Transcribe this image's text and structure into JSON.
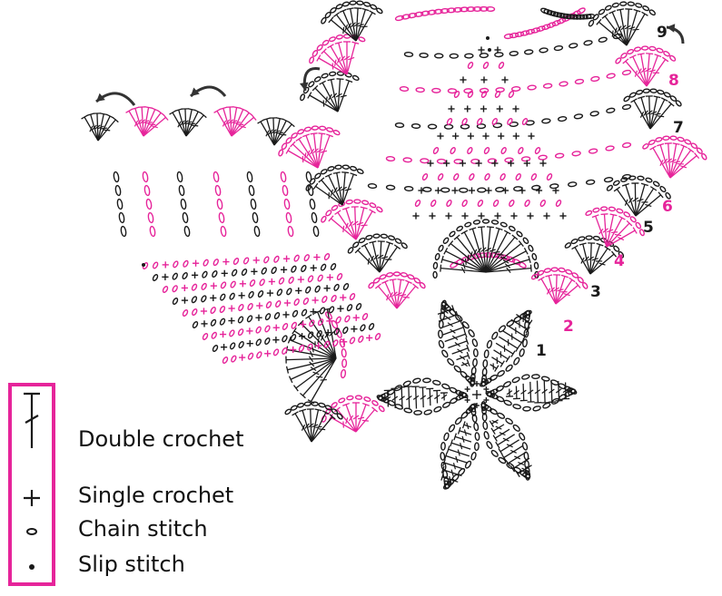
{
  "colors": {
    "black": "#1a1a1a",
    "magenta": "#e6249a"
  },
  "rounds": [
    {
      "label": "1",
      "color": "black"
    },
    {
      "label": "2",
      "color": "magenta"
    },
    {
      "label": "3",
      "color": "black"
    },
    {
      "label": "4",
      "color": "magenta"
    },
    {
      "label": "5",
      "color": "black"
    },
    {
      "label": "6",
      "color": "magenta"
    },
    {
      "label": "7",
      "color": "black"
    },
    {
      "label": "8",
      "color": "magenta"
    },
    {
      "label": "9",
      "color": "black"
    }
  ],
  "legend": {
    "double_crochet": "Double crochet",
    "single_crochet": "Single crochet",
    "chain_stitch": "Chain stitch",
    "slip_stitch": "Slip stitch"
  }
}
